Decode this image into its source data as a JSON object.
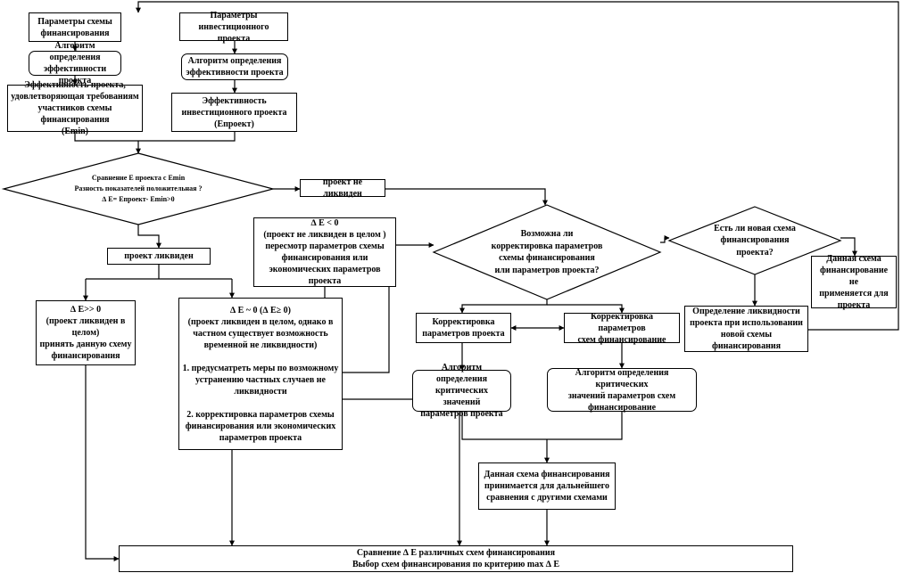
{
  "boxes": {
    "financing_params": "Параметры схемы\nфинансирования",
    "investment_params": "Параметры\nинвестиционного проекта",
    "algo_eff_left": "Алгоритм определения\nэффективности проекта",
    "algo_eff_right": "Алгоритм определения\nэффективности проекта",
    "eff_min": "Эффективность проекта,\nудовлетворяющая требованиям\nучастников схемы финансирования\n(Emin)",
    "eff_project": "Эффективность\nинвестиционного проекта\n(Епроект)",
    "not_liquid": "проект не ликвиден",
    "liquid": "проект ликвиден",
    "de_negative": "∆ Е < 0\n(проект не ликвиден в целом )\nпересмотр параметров  схемы\nфинансирования или\nэкономических параметров проекта",
    "de_much_greater": "∆ Е>> 0\n(проект ликвиден в\nцелом)\nпринять данную схему\nфинансирования",
    "de_approx_zero": "∆ Е ~ 0 (∆ Е≥ 0)\n(проект ликвиден в целом, однако в\nчастном существует возможность\nвременной не ликвидности)\n\n1. предусматреть меры по возможному\nустранению частных случаев не\nликвидности\n\n2. корректировка параметров схемы\nфинансирования или экономических\nпараметров проекта",
    "correct_project": "Корректировка\nпараметров проекта",
    "correct_scheme": "Корректировка параметров\nсхем финансирование",
    "algo_crit_project": "Алгоритм определения\nкритических значений\nпараметров проекта",
    "algo_crit_scheme": "Алгоритм определения критических\nзначений параметров схем\nфинансирование",
    "scheme_accepted": "Данная схема финансирования\nпринимается для дальнейшего\nсравнения с другими схемами",
    "liquidity_new": "Определение ликвидности\nпроекта при использовании\nновой схемы финансирования",
    "scheme_not_applied": "Данная схема\nфинансирование не\nприменяется для\nпроекта",
    "final_comparison": "Сравнение ∆ Е различных схем финансирования\nВыбор схем финансирования по критерию max ∆ Е"
  },
  "diamonds": {
    "compare": "Сравнение Е проекта с Emin\nРазность показателей положительная ?\n∆ Е= Епроект- Emin>0",
    "correction_possible": "Возможна ли\nкорректировка параметров\nсхемы финансирования\nили параметров проекта?",
    "new_scheme": "Есть ли новая схема\nфинансирования\nпроекта?"
  }
}
